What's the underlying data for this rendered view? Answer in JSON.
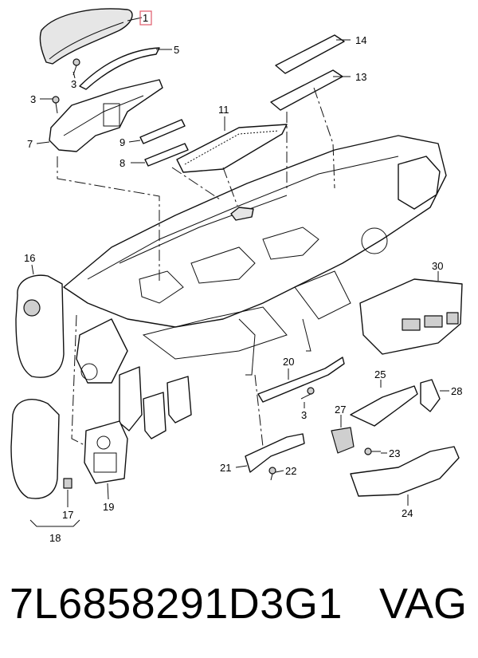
{
  "callouts": {
    "c1": "1",
    "c3a": "3",
    "c3b": "3",
    "c3c": "3",
    "c5": "5",
    "c7": "7",
    "c8": "8",
    "c9": "9",
    "c11": "11",
    "c13": "13",
    "c14": "14",
    "c16": "16",
    "c17": "17",
    "c18": "18",
    "c19": "19",
    "c20": "20",
    "c21": "21",
    "c22": "22",
    "c23": "23",
    "c24": "24",
    "c25": "25",
    "c27": "27",
    "c28": "28",
    "c30": "30"
  },
  "highlight_color": "#e05a6a",
  "footer": {
    "part_number": "7L6858291D3G1",
    "brand": "VAG"
  }
}
